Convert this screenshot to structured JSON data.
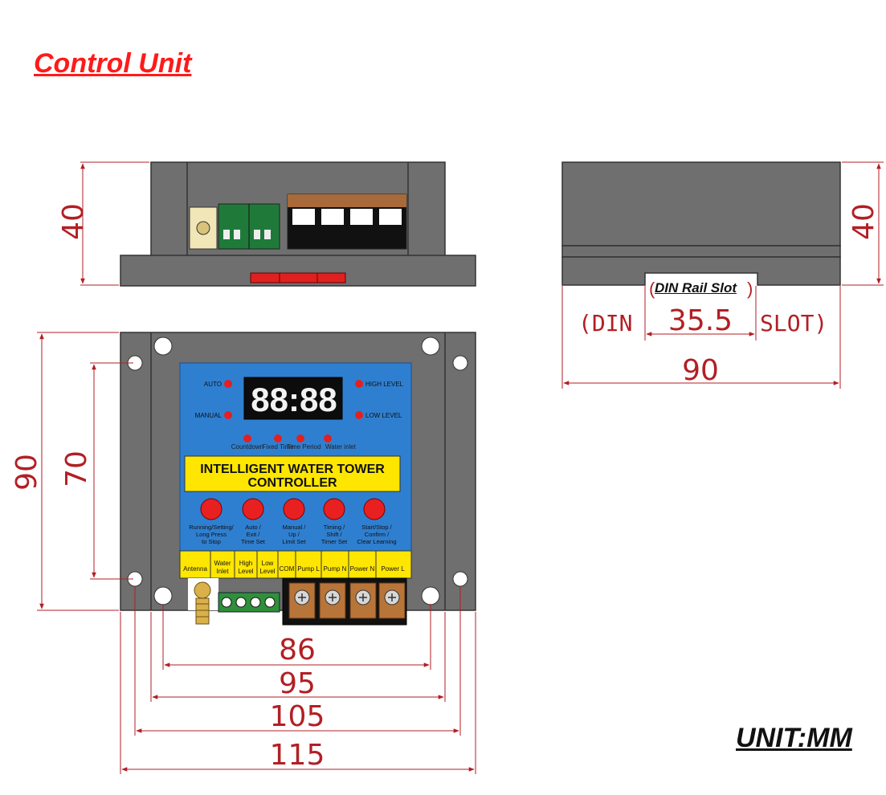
{
  "title": "Control Unit",
  "unit_label": "UNIT:MM",
  "side_view": {
    "height_dim": "40"
  },
  "right_view": {
    "height_dim": "40",
    "width_dim": "90",
    "slot_dim": "35.5",
    "din_label": "DIN Rail Slot",
    "paren_open": "(",
    "paren_close": ")",
    "slot_left": "(DIN",
    "slot_right": "SLOT)"
  },
  "front_view": {
    "height_outer": "90",
    "height_inner": "70",
    "width_86": "86",
    "width_95": "95",
    "width_105": "105",
    "width_115": "115"
  },
  "panel": {
    "display": "88:88",
    "auto": "AUTO",
    "manual": "MANUAL",
    "high_level": "HIGH LEVEL",
    "low_level": "LOW LEVEL",
    "indicators": [
      "Countdown",
      "Fixed Time",
      "Time Period",
      "Water inlet"
    ],
    "banner_line1": "INTELLIGENT WATER TOWER",
    "banner_line2": "CONTROLLER",
    "buttons": [
      {
        "l1": "Running/Setting/",
        "l2": "Long Press",
        "l3": "to Stop"
      },
      {
        "l1": "Auto /",
        "l2": "Exit /",
        "l3": "Time Set"
      },
      {
        "l1": "Manual /",
        "l2": "Up /",
        "l3": "Limit Set"
      },
      {
        "l1": "Timing /",
        "l2": "Shift /",
        "l3": "Timer Set"
      },
      {
        "l1": "Start/Stop /",
        "l2": "Confirm /",
        "l3": "Clear Learning"
      }
    ],
    "terminals": [
      {
        "l1": "Antenna",
        "l2": ""
      },
      {
        "l1": "Water",
        "l2": "Inlet"
      },
      {
        "l1": "High",
        "l2": "Level"
      },
      {
        "l1": "Low",
        "l2": "Level"
      },
      {
        "l1": "COM",
        "l2": ""
      },
      {
        "l1": "Pump L",
        "l2": ""
      },
      {
        "l1": "Pump N",
        "l2": ""
      },
      {
        "l1": "Power N",
        "l2": ""
      },
      {
        "l1": "Power L",
        "l2": ""
      }
    ]
  }
}
